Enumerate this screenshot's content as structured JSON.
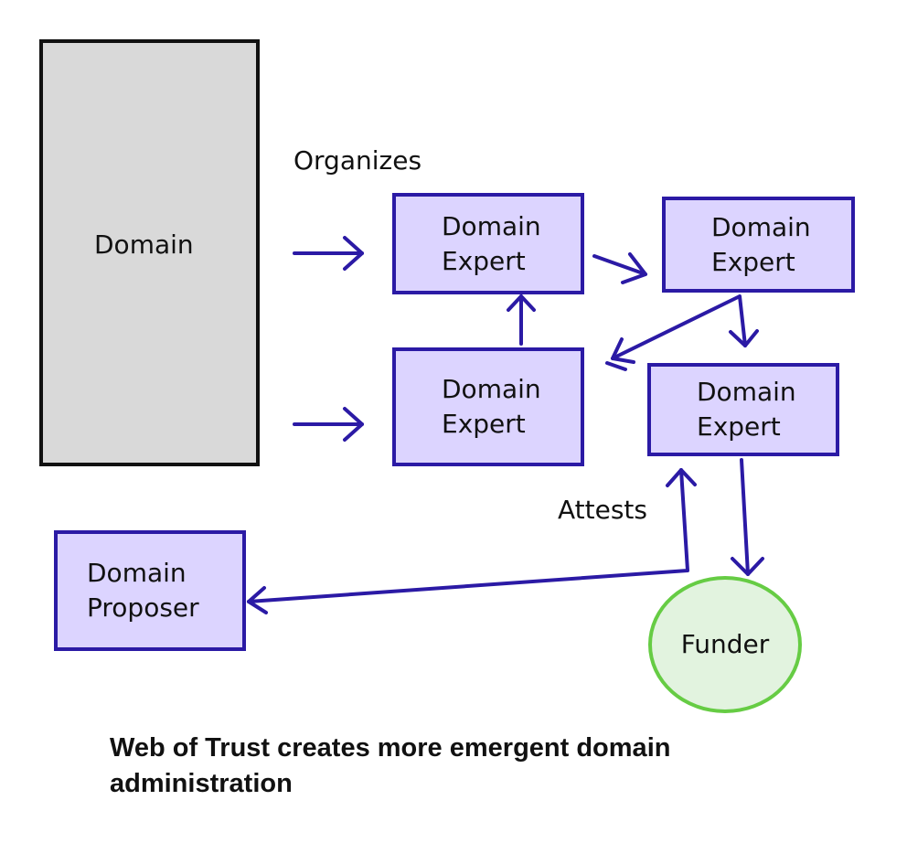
{
  "nodes": {
    "domain": "Domain",
    "expert_1": [
      "Domain",
      "Expert"
    ],
    "expert_2": [
      "Domain",
      "Expert"
    ],
    "expert_3": [
      "Domain",
      "Expert"
    ],
    "expert_4": [
      "Domain",
      "Expert"
    ],
    "proposer": [
      "Domain",
      "Proposer"
    ],
    "funder": "Funder"
  },
  "edge_labels": {
    "organizes": "Organizes",
    "attests": "Attests"
  },
  "caption": "Web of Trust creates more emergent domain administration",
  "colors": {
    "domain_fill": "#d9d9d9",
    "expert_fill": "#dcd4ff",
    "expert_border": "#2b1aa5",
    "funder_fill": "#e2f3df",
    "funder_border": "#66cc44"
  }
}
